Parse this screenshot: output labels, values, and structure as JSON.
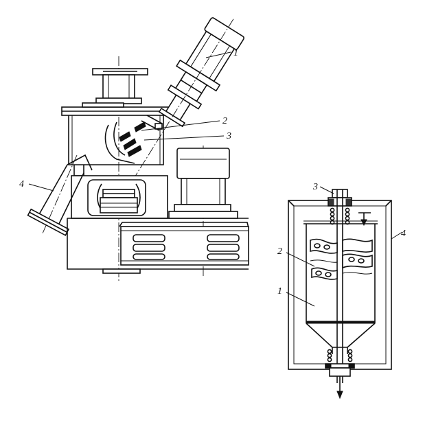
{
  "diagram_left": {
    "labels": [
      "1",
      "2",
      "3",
      "4"
    ]
  },
  "diagram_right": {
    "labels": [
      "1",
      "2",
      "3",
      "4"
    ]
  },
  "colors": {
    "ink": "#111111",
    "paper": "#ffffff"
  }
}
